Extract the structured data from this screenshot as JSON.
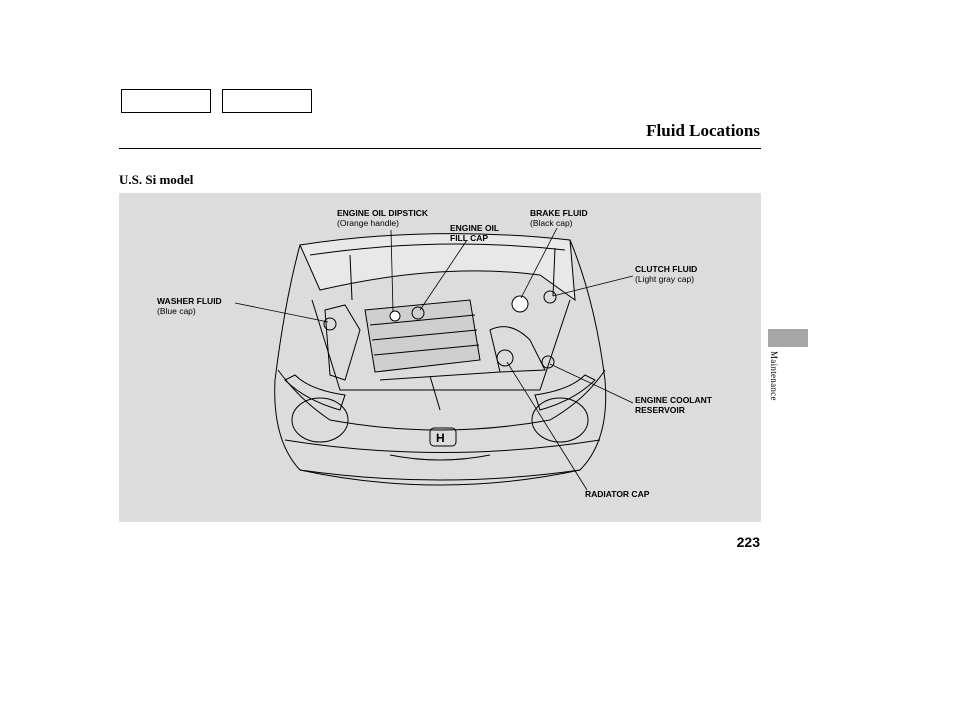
{
  "nav": {
    "buttons": [
      "",
      ""
    ]
  },
  "header": {
    "title": "Fluid Locations"
  },
  "section": {
    "subtitle": "U.S. Si model"
  },
  "labels": {
    "oil_dipstick": {
      "name": "ENGINE OIL DIPSTICK",
      "detail": "(Orange handle)"
    },
    "oil_fill": {
      "line1": "ENGINE OIL",
      "line2": "FILL CAP"
    },
    "brake": {
      "name": "BRAKE FLUID",
      "detail": "(Black cap)"
    },
    "clutch": {
      "name": "CLUTCH FLUID",
      "detail": "(Light gray cap)"
    },
    "washer": {
      "name": "WASHER FLUID",
      "detail": "(Blue cap)"
    },
    "coolant": {
      "line1": "ENGINE COOLANT",
      "line2": "RESERVOIR"
    },
    "radiator": {
      "name": "RADIATOR CAP"
    }
  },
  "footer": {
    "page_number": "223"
  },
  "side_tab": {
    "label": "Maintenance",
    "color": "#a6a6a6"
  },
  "colors": {
    "panel_bg": "#dcdcdc"
  }
}
